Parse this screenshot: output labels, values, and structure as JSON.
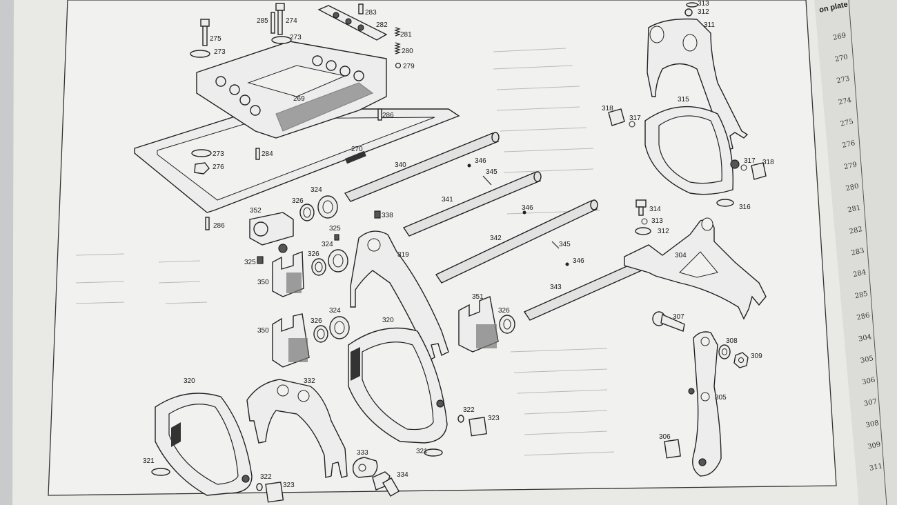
{
  "side_column": {
    "header": "on plate",
    "numbers": [
      "269",
      "270",
      "273",
      "274",
      "275",
      "276",
      "279",
      "280",
      "281",
      "282",
      "283",
      "284",
      "285",
      "286",
      "304",
      "305",
      "306",
      "307",
      "308",
      "309",
      "311"
    ]
  },
  "parts": {
    "p275": "275",
    "p273a": "273",
    "p285": "285",
    "p274": "274",
    "p273b": "273",
    "p283": "283",
    "p282": "282",
    "p281": "281",
    "p280": "280",
    "p279": "279",
    "p269": "269",
    "p286a": "286",
    "p273c": "273",
    "p276": "276",
    "p284": "284",
    "p270": "270",
    "p286b": "286",
    "p352": "352",
    "p326a": "326",
    "p324a": "324",
    "p325a": "325",
    "p325b": "325",
    "p338": "338",
    "p340": "340",
    "p346a": "346",
    "p345a": "345",
    "p341": "341",
    "p346b": "346",
    "p342": "342",
    "p345b": "345",
    "p346c": "346",
    "p343": "343",
    "p324b": "324",
    "p326b": "326",
    "p350a": "350",
    "p319": "319",
    "p324c": "324",
    "p326c": "326",
    "p350b": "350",
    "p320a": "320",
    "p351": "351",
    "p326d": "326",
    "p320b": "320",
    "p332": "332",
    "p321a": "321",
    "p322a": "322",
    "p323a": "323",
    "p333": "333",
    "p334": "334",
    "p322b": "322",
    "p323b": "323",
    "p321b": "321",
    "p313a": "313",
    "p312a": "312",
    "p311": "311",
    "p318a": "318",
    "p317a": "317",
    "p315": "315",
    "p317b": "317",
    "p318b": "318",
    "p316": "316",
    "p314": "314",
    "p313b": "313",
    "p312b": "312",
    "p304": "304",
    "p307": "307",
    "p308": "308",
    "p309": "309",
    "p305": "305",
    "p306": "306"
  }
}
